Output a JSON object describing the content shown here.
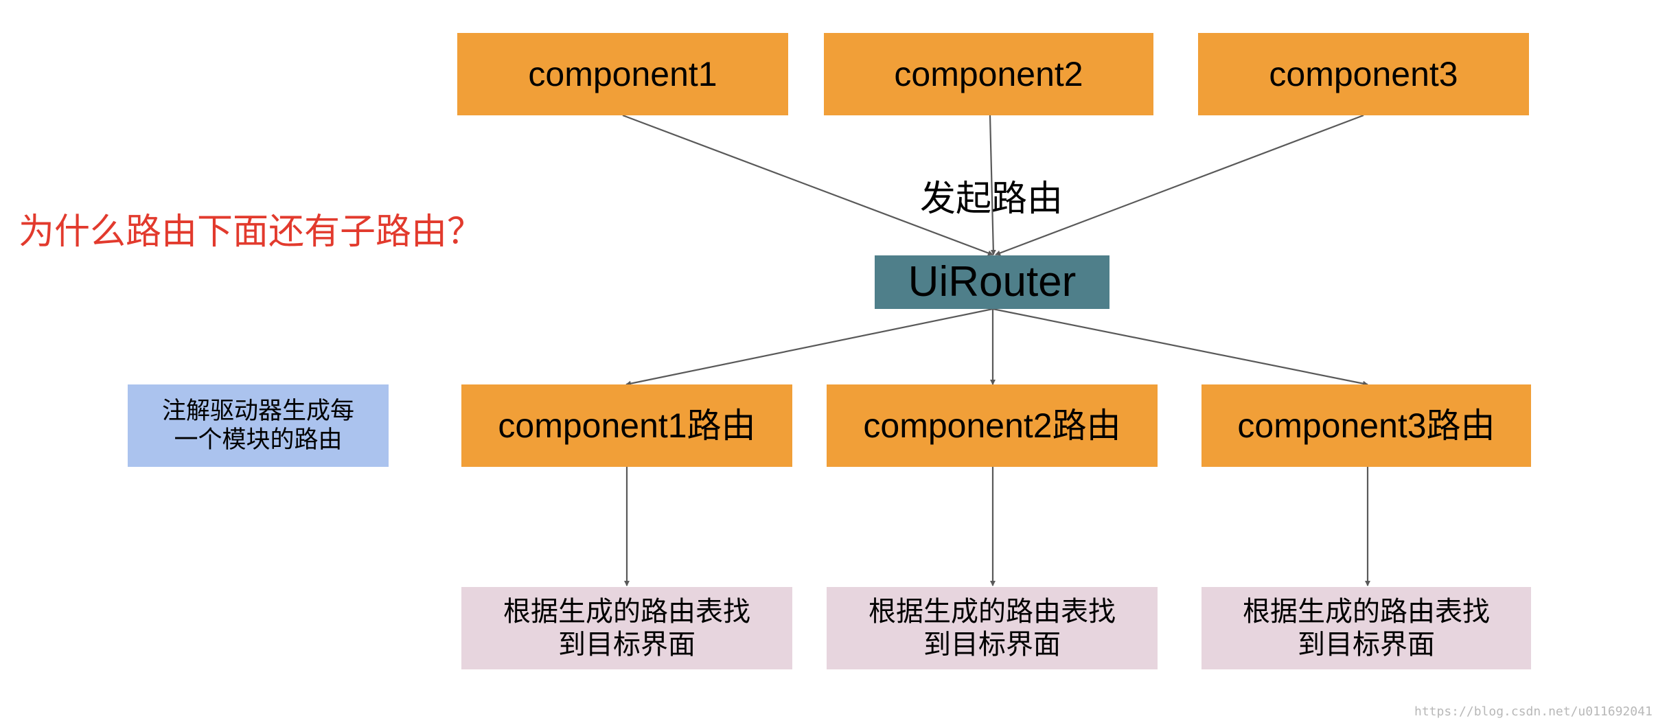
{
  "top_components": [
    {
      "label": "component1"
    },
    {
      "label": "component2"
    },
    {
      "label": "component3"
    }
  ],
  "edge_label": "发起路由",
  "router": {
    "label": "UiRouter"
  },
  "question": "为什么路由下面还有子路由？",
  "note": {
    "line1": "注解驱动器生成每",
    "line2": "一个模块的路由"
  },
  "routes": [
    {
      "label": "component1路由"
    },
    {
      "label": "component2路由"
    },
    {
      "label": "component3路由"
    }
  ],
  "results": [
    {
      "line1": "根据生成的路由表找",
      "line2": "到目标界面"
    },
    {
      "line1": "根据生成的路由表找",
      "line2": "到目标界面"
    },
    {
      "line1": "根据生成的路由表找",
      "line2": "到目标界面"
    }
  ],
  "watermark": "https://blog.csdn.net/u011692041",
  "colors": {
    "component_fill": "#f19f38",
    "router_fill": "#4f7f8a",
    "result_fill": "#e7d5de",
    "note_fill": "#abc3ee",
    "question_text": "#e23a2d",
    "connector": "#595959"
  }
}
